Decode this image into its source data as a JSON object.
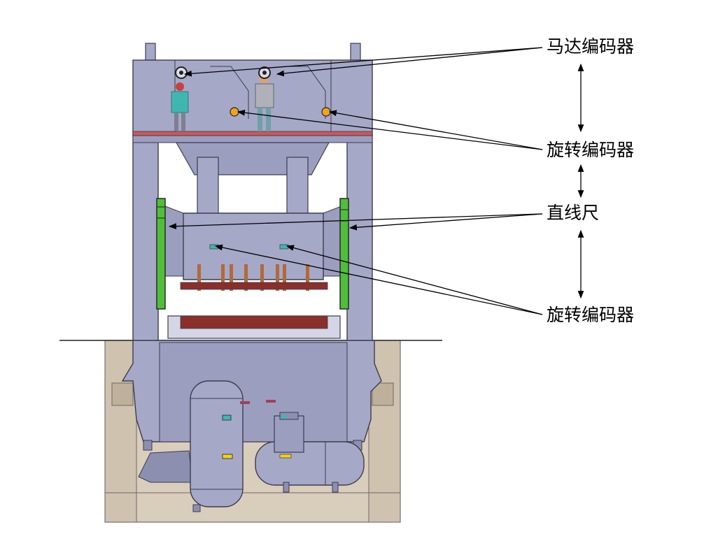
{
  "labels": {
    "motor_encoder": "马达编码器",
    "rotary_encoder_upper": "旋转编码器",
    "linear_scale": "直线尺",
    "rotary_encoder_lower": "旋转编码器"
  },
  "colors": {
    "frame": "#a6a8c7",
    "frame_dark": "#8d8fb0",
    "outline": "#3c3c4e",
    "linear_scale": "#4fbf3a",
    "red_beam": "#c9585a",
    "mold": "#8a2f2a",
    "pit": "#d9cdbb",
    "pit_dark": "#bfb09a",
    "encoder_orange": "#f2a21b",
    "worker_shirt": "#3fb7b0"
  }
}
